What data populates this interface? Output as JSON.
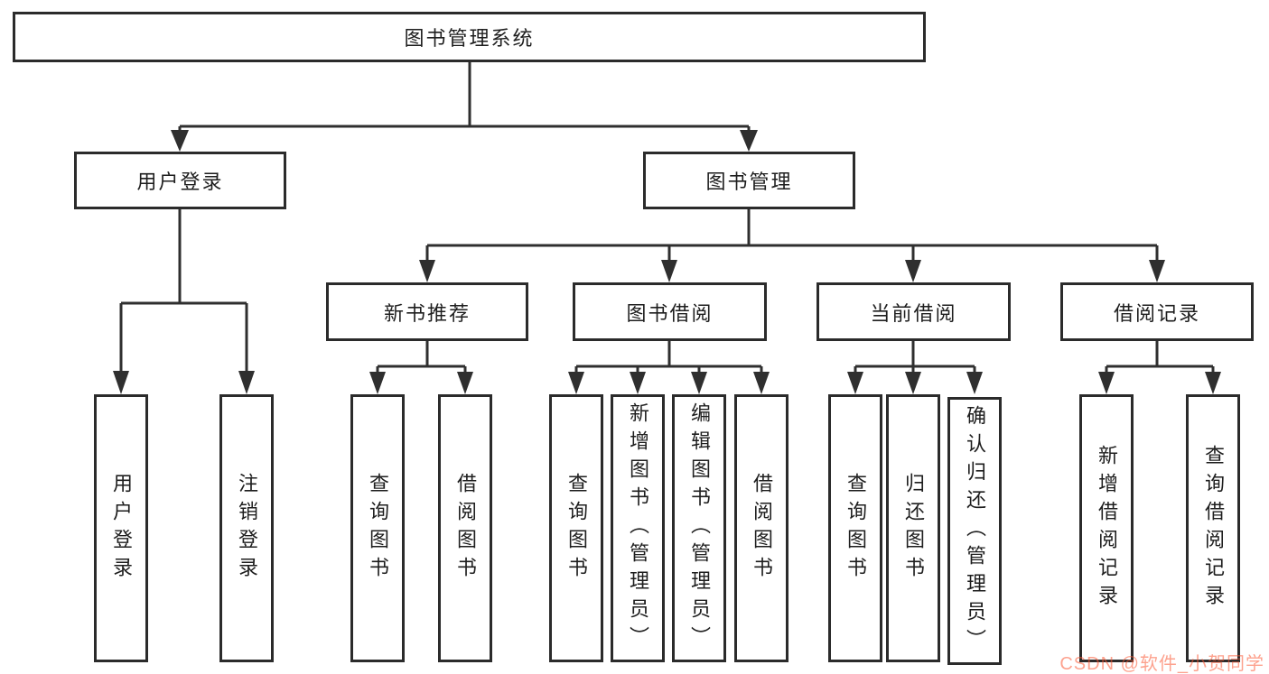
{
  "tree": {
    "root": "图书管理系统",
    "level2": {
      "user": {
        "label": "用户登录",
        "children": [
          "用户登录",
          "注销登录"
        ]
      },
      "mgmt": {
        "label": "图书管理"
      }
    },
    "level3": {
      "recommend": {
        "label": "新书推荐",
        "children": [
          "查询图书",
          "借阅图书"
        ]
      },
      "borrow": {
        "label": "图书借阅",
        "children": [
          "查询图书",
          "新增图书（管理员）",
          "编辑图书（管理员）",
          "借阅图书"
        ]
      },
      "current": {
        "label": "当前借阅",
        "children": [
          "查询图书",
          "归还图书",
          "确认归还（管理员）"
        ]
      },
      "records": {
        "label": "借阅记录",
        "children": [
          "新增借阅记录",
          "查询借阅记录"
        ]
      }
    }
  },
  "watermark": {
    "text": "CSDN @软件_小贺同学"
  },
  "colors": {
    "line": "#2f2f2f",
    "box_border": "#2b2b2b",
    "background": "#ffffff",
    "watermark": "#fc5531"
  }
}
